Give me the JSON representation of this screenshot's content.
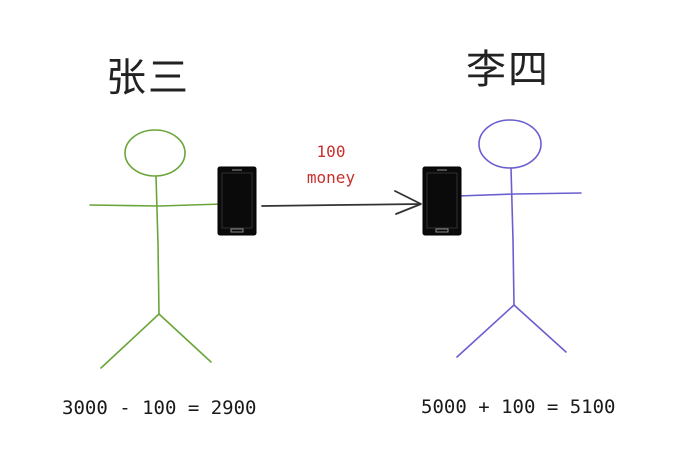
{
  "people": [
    {
      "name": "张三",
      "calculation": "3000 - 100 = 2900",
      "color": "#6aa53a"
    },
    {
      "name": "李四",
      "calculation": "5000 + 100 = 5100",
      "color": "#6b5fd0"
    }
  ],
  "transfer": {
    "amount": "100",
    "unit": "money",
    "color": "#c8302c",
    "arrow_color": "#333333"
  },
  "phones": [
    {
      "icon": "phone-icon",
      "color": "#0a0a0a"
    },
    {
      "icon": "phone-icon",
      "color": "#0a0a0a"
    }
  ]
}
